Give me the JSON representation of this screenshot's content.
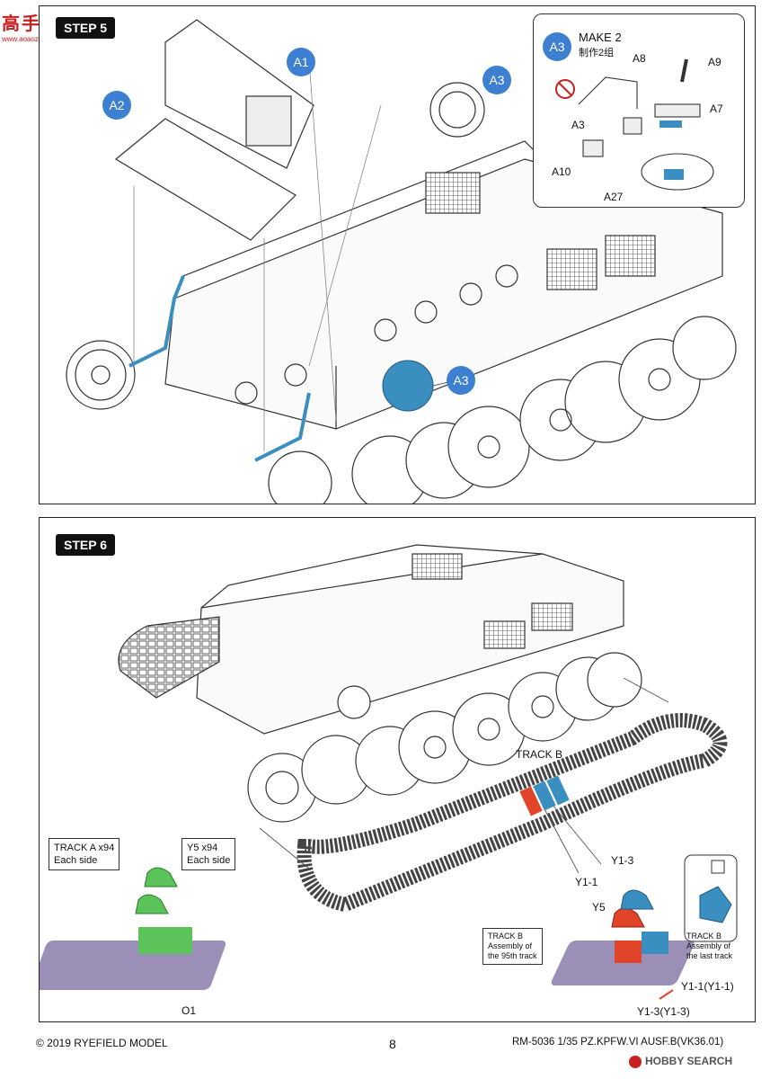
{
  "watermark_top": {
    "line1": "高手网",
    "line2": "www.aoaozhao.com"
  },
  "step5": {
    "title": "STEP 5",
    "callouts": [
      "A1",
      "A2",
      "A3",
      "A3"
    ],
    "inset": {
      "callout": "A3",
      "make": "MAKE 2",
      "make_cn": "制作2组",
      "parts": [
        "A8",
        "A9",
        "A7",
        "A3",
        "A10",
        "A27"
      ]
    }
  },
  "step6": {
    "title": "STEP 6",
    "track_b": "TRACK B",
    "pins": [
      "Y1-3",
      "Y1-1"
    ],
    "track_a_box": {
      "line1": "TRACK A x94",
      "line2": "Each side"
    },
    "y5_box": {
      "line1": "Y5 x94",
      "line2": "Each side"
    },
    "part_o1": "O1",
    "assembly_95": {
      "line1": "TRACK B",
      "line2": "Assembly of",
      "line3": "the 95th track"
    },
    "assembly_last": {
      "line1": "TRACK B",
      "line2": "Assembly of",
      "line3": "the last track"
    },
    "y5_label": "Y5",
    "y11_label": "Y1-1(Y1-1)",
    "y13_label": "Y1-3(Y1-3)"
  },
  "footer": {
    "copyright": "© 2019 RYEFIELD MODEL",
    "page": "8",
    "model": "RM-5036 1/35  PZ.KPFW.VI AUSF.B(VK36.01)",
    "watermark": "HOBBY SEARCH"
  },
  "colors": {
    "callout": "#3d7fd0",
    "part_blue": "#3a8fc0",
    "track_green": "#5cc35a",
    "track_red": "#e0452a",
    "track_purple": "#9b8fb8"
  }
}
